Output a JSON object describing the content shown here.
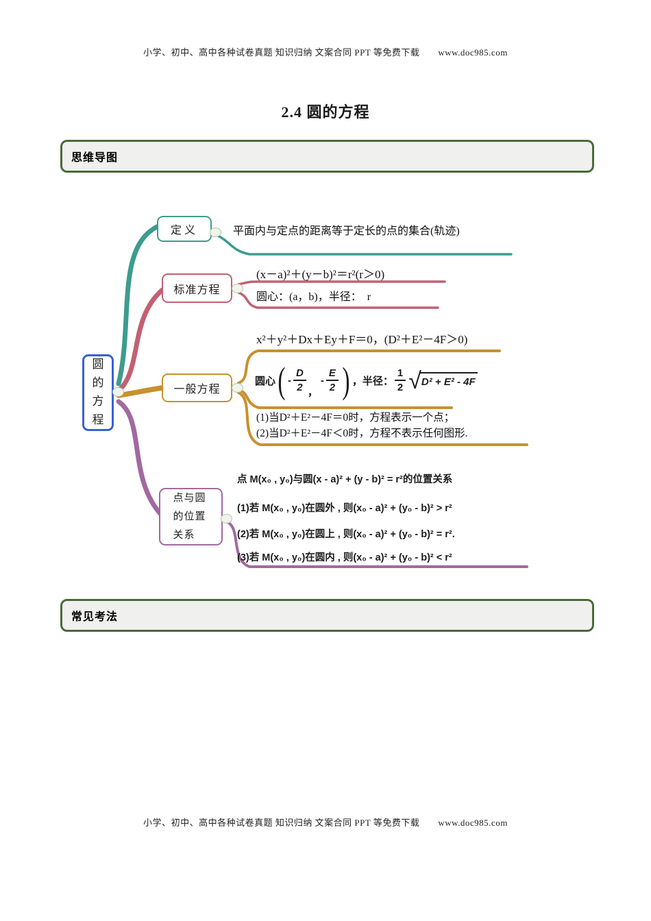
{
  "header": {
    "text": "小学、初中、高中各种试卷真题 知识归纳  文案合同  PPT 等免费下载　　www.doc985.com"
  },
  "title": {
    "text": "2.4  圆的方程"
  },
  "section_mindmap": {
    "label": "思维导图"
  },
  "section_common": {
    "label": "常见考法"
  },
  "footer": {
    "text": "小学、初中、高中各种试卷真题 知识归纳  文案合同  PPT 等免费下载　　www.doc985.com"
  },
  "colors": {
    "root_blue": "#3a5fd8",
    "teal": "#3d9c8f",
    "rose": "#c16172",
    "gold": "#c8912c",
    "purple": "#a269a1",
    "section_border": "#4a6b3c",
    "section_bg": "#f0f0ee"
  },
  "mindmap": {
    "root_label": "圆的方程",
    "definition": {
      "label": "定义",
      "text": "平面内与定点的距离等于定长的点的集合(轨迹)"
    },
    "standard": {
      "label": "标准方程",
      "formula": "(x－a)²＋(y－b)²＝r²(r＞0)",
      "center_radius": "圆心：(a，b)，半径：　r"
    },
    "general": {
      "label": "一般方程",
      "formula": "x²＋y²＋Dx＋Ey＋F＝0，(D²＋E²－4F＞0)",
      "center_prefix": "圆心",
      "frac1_sign": "-",
      "frac1_num": "D",
      "frac1_den": "2",
      "frac_comma": "，",
      "frac2_sign": "-",
      "frac2_num": "E",
      "frac2_den": "2",
      "radius_label": "，半径：",
      "radius_frac_num": "1",
      "radius_frac_den": "2",
      "sqrt_content": "D² + E² - 4F",
      "case1": "(1)当D²＋E²－4F＝0时，方程表示一个点；",
      "case2": "(2)当D²＋E²－4F＜0时，方程不表示任何图形."
    },
    "position": {
      "label": "点与圆的位置关系",
      "intro": "点 M(x₀ , y₀)与圆(x - a)² + (y - b)² = r²的位置关系",
      "case1": "(1)若 M(x₀ , y₀)在圆外 , 则(x₀ - a)² + (y₀ - b)² > r²",
      "case2": "(2)若 M(x₀ , y₀)在圆上 , 则(x₀ - a)² + (y₀ - b)² = r².",
      "case3": "(3)若 M(x₀ , y₀)在圆内 , 则(x₀ - a)² + (y₀ - b)² < r²"
    }
  }
}
